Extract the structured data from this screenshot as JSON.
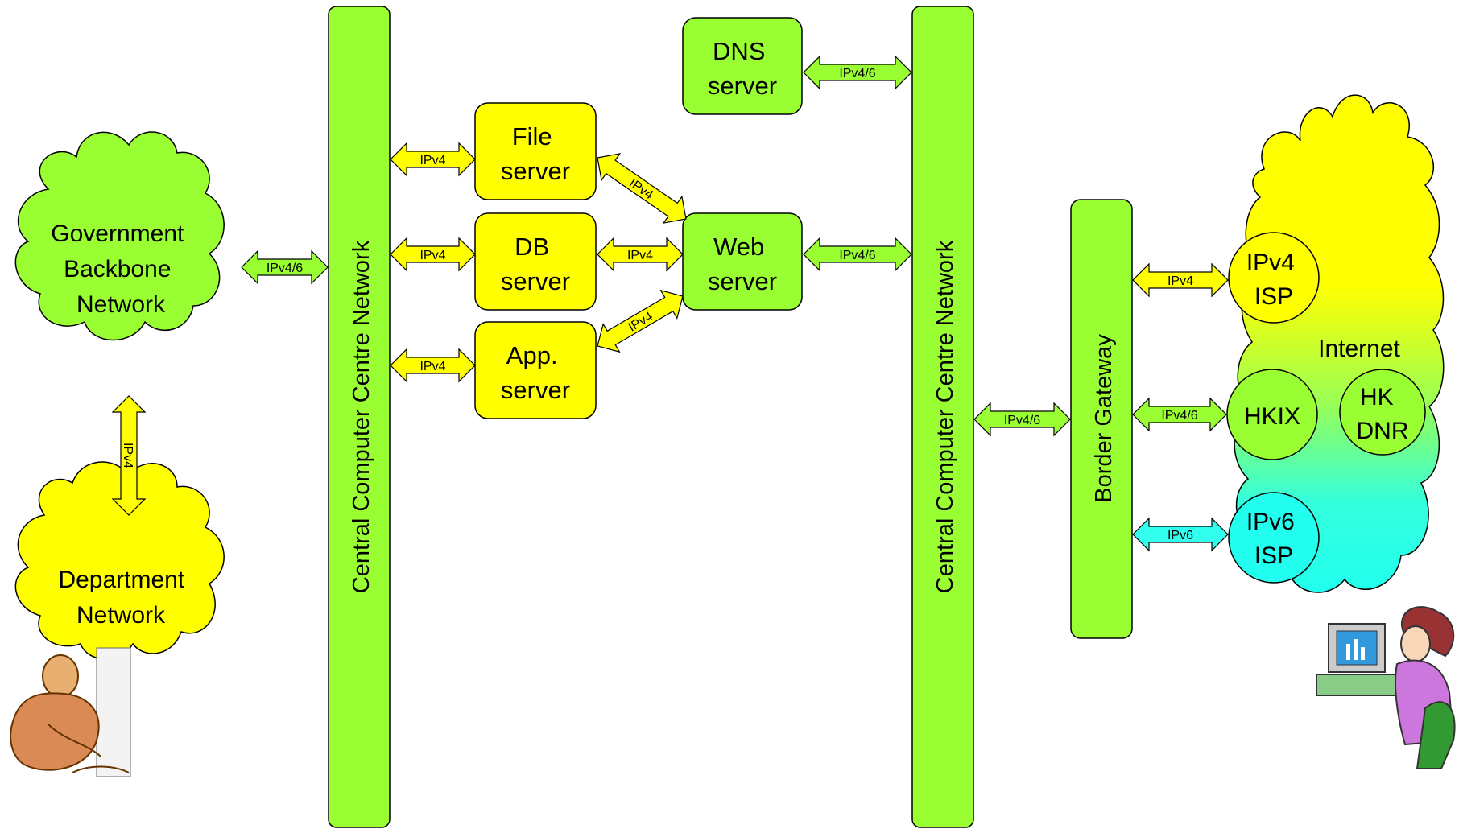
{
  "nodes": {
    "government_backbone": [
      "Government",
      "Backbone",
      "Network"
    ],
    "department_network": [
      "Department",
      "Network"
    ],
    "central_network_1": "Central Computer Centre Network",
    "central_network_2": "Central Computer Centre Network",
    "file_server": [
      "File",
      "server"
    ],
    "db_server": [
      "DB",
      "server"
    ],
    "app_server": [
      "App.",
      "server"
    ],
    "web_server": [
      "Web",
      "server"
    ],
    "dns_server": [
      "DNS",
      "server"
    ],
    "border_gateway": "Border Gateway",
    "internet": "Internet",
    "ipv4_isp": [
      "IPv4",
      "ISP"
    ],
    "hkix": "HKIX",
    "hk_dnr": [
      "HK",
      "DNR"
    ],
    "ipv6_isp": [
      "IPv6",
      "ISP"
    ]
  },
  "links": {
    "gov_to_ccn1": "IPv4/6",
    "gov_to_dept": "IPv4",
    "ccn1_to_file": "IPv4",
    "ccn1_to_db": "IPv4",
    "ccn1_to_app": "IPv4",
    "file_to_web": "IPv4",
    "db_to_web": "IPv4",
    "app_to_web": "IPv4",
    "web_to_ccn2": "IPv4/6",
    "dns_to_ccn2": "IPv4/6",
    "ccn2_to_border": "IPv4/6",
    "border_to_ipv4isp": "IPv4",
    "border_to_hkix": "IPv4/6",
    "border_to_ipv6isp": "IPv6"
  },
  "colors": {
    "green": "#99ff33",
    "yellow": "#ffff00",
    "cyan": "#33ffee",
    "stroke": "#000000"
  }
}
